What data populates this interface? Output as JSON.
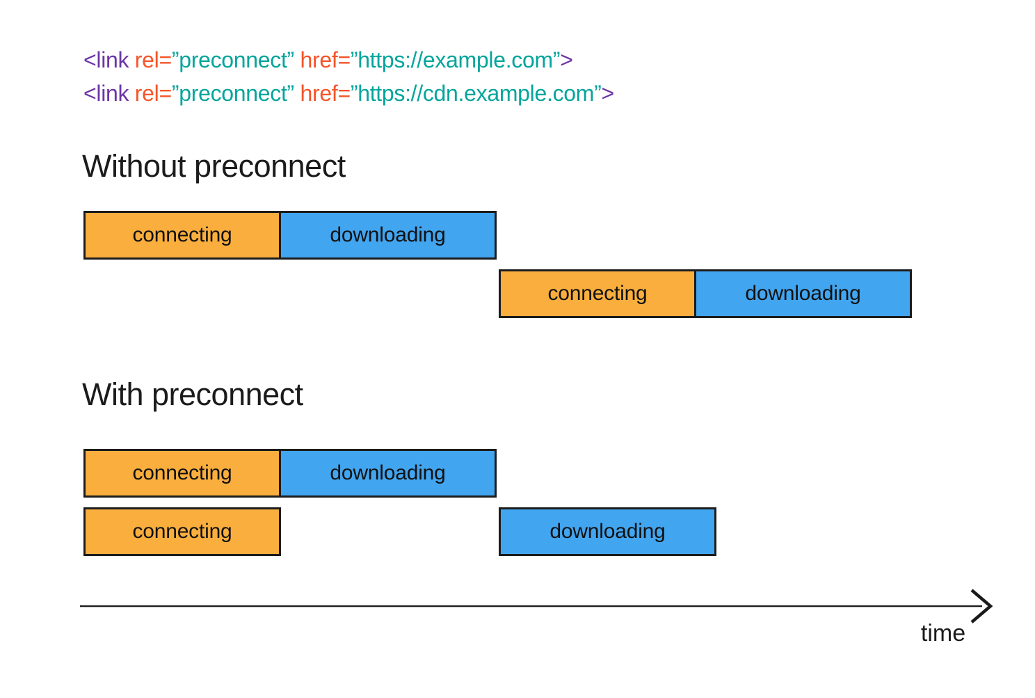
{
  "colors": {
    "orange": "#F9AE3E",
    "blue": "#42A5F0",
    "ink": "#1C1C1C",
    "code_purple": "#6C35A5",
    "code_orange": "#F4552A",
    "code_teal": "#03A59C"
  },
  "code": {
    "lines": [
      {
        "segments": [
          {
            "text": "<link ",
            "color": "purple"
          },
          {
            "text": "rel=",
            "color": "orange"
          },
          {
            "text": "”preconnect” ",
            "color": "teal"
          },
          {
            "text": "href=",
            "color": "orange"
          },
          {
            "text": "”https://example.com”",
            "color": "teal"
          },
          {
            "text": ">",
            "color": "purple"
          }
        ]
      },
      {
        "segments": [
          {
            "text": "<link ",
            "color": "purple"
          },
          {
            "text": "rel=",
            "color": "orange"
          },
          {
            "text": "”preconnect” ",
            "color": "teal"
          },
          {
            "text": "href=",
            "color": "orange"
          },
          {
            "text": "”https://cdn.example.com”",
            "color": "teal"
          },
          {
            "text": ">",
            "color": "purple"
          }
        ]
      }
    ]
  },
  "sections": {
    "without": {
      "title": "Without preconnect",
      "rows": [
        {
          "bars": [
            {
              "label": "connecting"
            },
            {
              "label": "downloading"
            }
          ]
        },
        {
          "bars": [
            {
              "label": "connecting"
            },
            {
              "label": "downloading"
            }
          ]
        }
      ]
    },
    "with": {
      "title": "With preconnect",
      "rows": [
        {
          "bars": [
            {
              "label": "connecting"
            },
            {
              "label": "downloading"
            }
          ]
        },
        {
          "bars": [
            {
              "label": "connecting"
            },
            {
              "label": "downloading"
            }
          ]
        }
      ]
    }
  },
  "axis": {
    "label": "time"
  }
}
